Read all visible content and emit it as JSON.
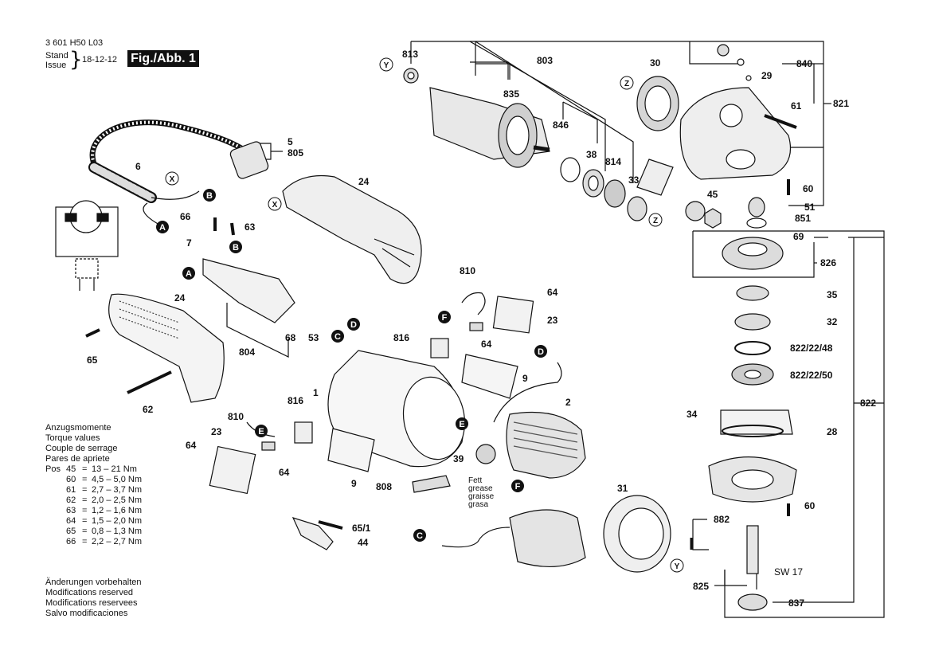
{
  "header": {
    "part_number": "3 601 H50 L03",
    "stand_label": "Stand",
    "issue_label": "Issue",
    "date": "18-12-12",
    "fig_label": "Fig./Abb. 1"
  },
  "torque": {
    "headings": [
      "Anzugsmomente",
      "Torque values",
      "Couple de serrage",
      "Pares de apriete"
    ],
    "pos_label": "Pos",
    "rows": [
      {
        "pos": "45",
        "sym": "=",
        "value": "13 – 21 Nm"
      },
      {
        "pos": "60",
        "sym": "=",
        "value": "4,5 – 5,0 Nm"
      },
      {
        "pos": "61",
        "sym": "=",
        "value": "2,7 – 3,7 Nm"
      },
      {
        "pos": "62",
        "sym": "=",
        "value": "2,0 – 2,5 Nm"
      },
      {
        "pos": "63",
        "sym": "=",
        "value": "1,2 – 1,6 Nm"
      },
      {
        "pos": "64",
        "sym": "=",
        "value": "1,5 – 2,0 Nm"
      },
      {
        "pos": "65",
        "sym": "=",
        "value": "0,8 – 1,3 Nm"
      },
      {
        "pos": "66",
        "sym": "=",
        "value": "2,2 – 2,7 Nm"
      }
    ]
  },
  "notes": [
    "Änderungen vorbehalten",
    "Modifications reserved",
    "Modifications reservees",
    "Salvo modificaciones"
  ],
  "grease_note": [
    "Fett",
    "grease",
    "graisse",
    "grasa"
  ],
  "labels": {
    "l813": "813",
    "l803": "803",
    "l835": "835",
    "l30": "30",
    "l840": "840",
    "l29": "29",
    "l821": "821",
    "l61": "61",
    "l846": "846",
    "l38": "38",
    "l814": "814",
    "l33": "33",
    "l60a": "60",
    "l51": "51",
    "l851": "851",
    "l45": "45",
    "l69": "69",
    "l826": "826",
    "l35": "35",
    "l32": "32",
    "l822_48": "822/22/48",
    "l822_50": "822/22/50",
    "l822": "822",
    "l34": "34",
    "l28": "28",
    "l60b": "60",
    "l882": "882",
    "l825": "825",
    "sw17": "SW 17",
    "l837": "837",
    "l5": "5",
    "l805": "805",
    "l6": "6",
    "l24a": "24",
    "l66": "66",
    "l63": "63",
    "l7": "7",
    "l24b": "24",
    "l65": "65",
    "l62": "62",
    "l804": "804",
    "l68": "68",
    "l53": "53",
    "l810a": "810",
    "l64a": "64",
    "l23a": "23",
    "l816a": "816",
    "l64b": "64",
    "l9a": "9",
    "l1": "1",
    "l2": "2",
    "l816b": "816",
    "l810b": "810",
    "l23b": "23",
    "l64c": "64",
    "l64d": "64",
    "l9b": "9",
    "l808": "808",
    "l39": "39",
    "l31": "31",
    "l65_1": "65/1",
    "l44": "44"
  },
  "markers": {
    "A": "A",
    "B": "B",
    "C": "C",
    "D": "D",
    "E": "E",
    "F": "F",
    "X": "X",
    "Y": "Y",
    "Z": "Z"
  },
  "colors": {
    "ink": "#111111",
    "paper": "#ffffff",
    "shade": "#d8d8d8",
    "dark_shade": "#8a8a8a"
  }
}
